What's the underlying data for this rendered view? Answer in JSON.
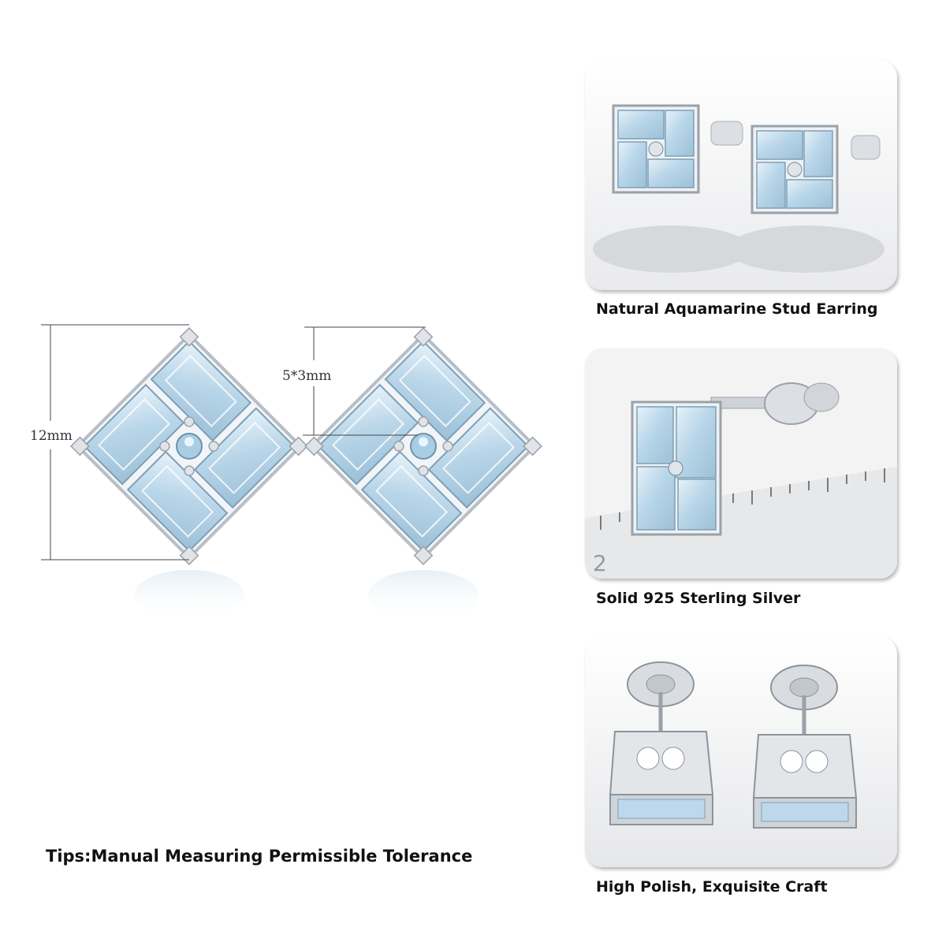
{
  "dimensions": {
    "overall_size": "12mm",
    "stone_size": "5*3mm"
  },
  "tips": "Tips:Manual Measuring Permissible Tolerance",
  "features": [
    {
      "caption": "Natural Aquamarine Stud Earring"
    },
    {
      "caption": "Solid 925 Sterling Silver"
    },
    {
      "caption": "High Polish, Exquisite Craft"
    }
  ],
  "ruler": {
    "label": "2"
  },
  "colors": {
    "stone": "#bcd8ea",
    "stone_light": "#e4f1f9",
    "stone_dark": "#8fb4cc",
    "silver": "#c9cdd2",
    "text": "#111111"
  }
}
